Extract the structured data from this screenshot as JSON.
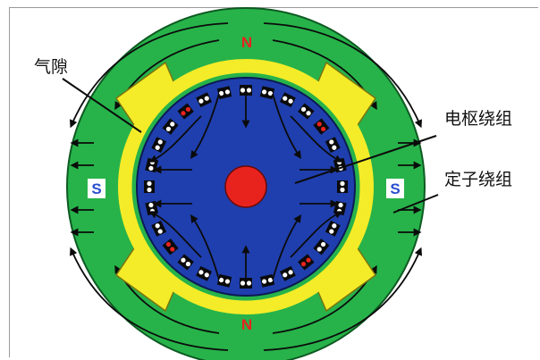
{
  "labels": {
    "air_gap": "气隙",
    "armature_winding": "电枢绕组",
    "stator_winding": "定子绕组"
  },
  "poles": {
    "top": "N",
    "bottom": "N",
    "left": "S",
    "right": "S"
  },
  "colors": {
    "stator": "#27b34a",
    "pole_shoe": "#f4ec28",
    "rotor": "#1f3fae",
    "shaft": "#e8231e",
    "flux_lines": "#0b0b0b",
    "n_pole_badge": "#e8231e",
    "s_pole_badge": "#2a4fd0"
  }
}
